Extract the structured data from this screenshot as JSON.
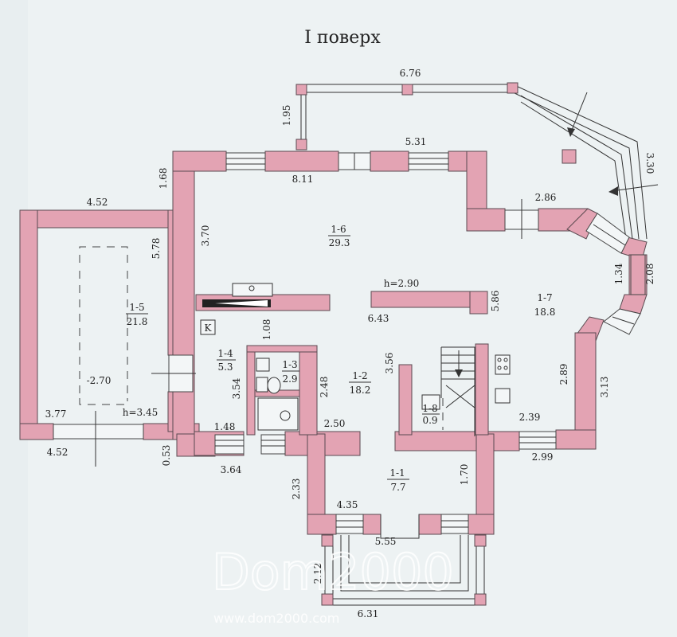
{
  "title": "І поверх",
  "watermark": {
    "logo": "Dom2000",
    "url": "www.dom2000.com"
  },
  "rooms": {
    "r1_6": {
      "id": "1-6",
      "area": "29.3"
    },
    "r1_7": {
      "id": "1-7",
      "area": "18.8"
    },
    "r1_5": {
      "id": "1-5",
      "area": "21.8"
    },
    "r1_4": {
      "id": "1-4",
      "area": "5.3"
    },
    "r1_3": {
      "id": "1-3",
      "area": "2.9"
    },
    "r1_2": {
      "id": "1-2",
      "area": "18.2"
    },
    "r1_8": {
      "id": "1-8",
      "area": "0.9"
    },
    "r1_1": {
      "id": "1-1",
      "area": "7.7"
    }
  },
  "labels": {
    "height_main": "h=2.90",
    "height_garage": "h=3.45",
    "level_garage": "-2.70",
    "boiler": "K"
  },
  "dims": {
    "d_676": "6.76",
    "d_195": "1.95",
    "d_531": "5.31",
    "d_811": "8.11",
    "d_168": "1.68",
    "d_452_top": "4.52",
    "d_578": "5.78",
    "d_370": "3.70",
    "d_330": "3.30",
    "d_286": "2.86",
    "d_208": "2.08",
    "d_134": "1.34",
    "d_586": "5.86",
    "d_643": "6.43",
    "d_108": "1.08",
    "d_356": "3.56",
    "d_354": "3.54",
    "d_248": "2.48",
    "d_289": "2.89",
    "d_313": "3.13",
    "d_377": "3.77",
    "d_148": "1.48",
    "d_250": "2.50",
    "d_239": "2.39",
    "d_452_bottom": "4.52",
    "d_053": "0.53",
    "d_364": "3.64",
    "d_299": "2.99",
    "d_233": "2.33",
    "d_170": "1.70",
    "d_435": "4.35",
    "d_555": "5.55",
    "d_212": "2.12",
    "d_631": "6.31"
  }
}
